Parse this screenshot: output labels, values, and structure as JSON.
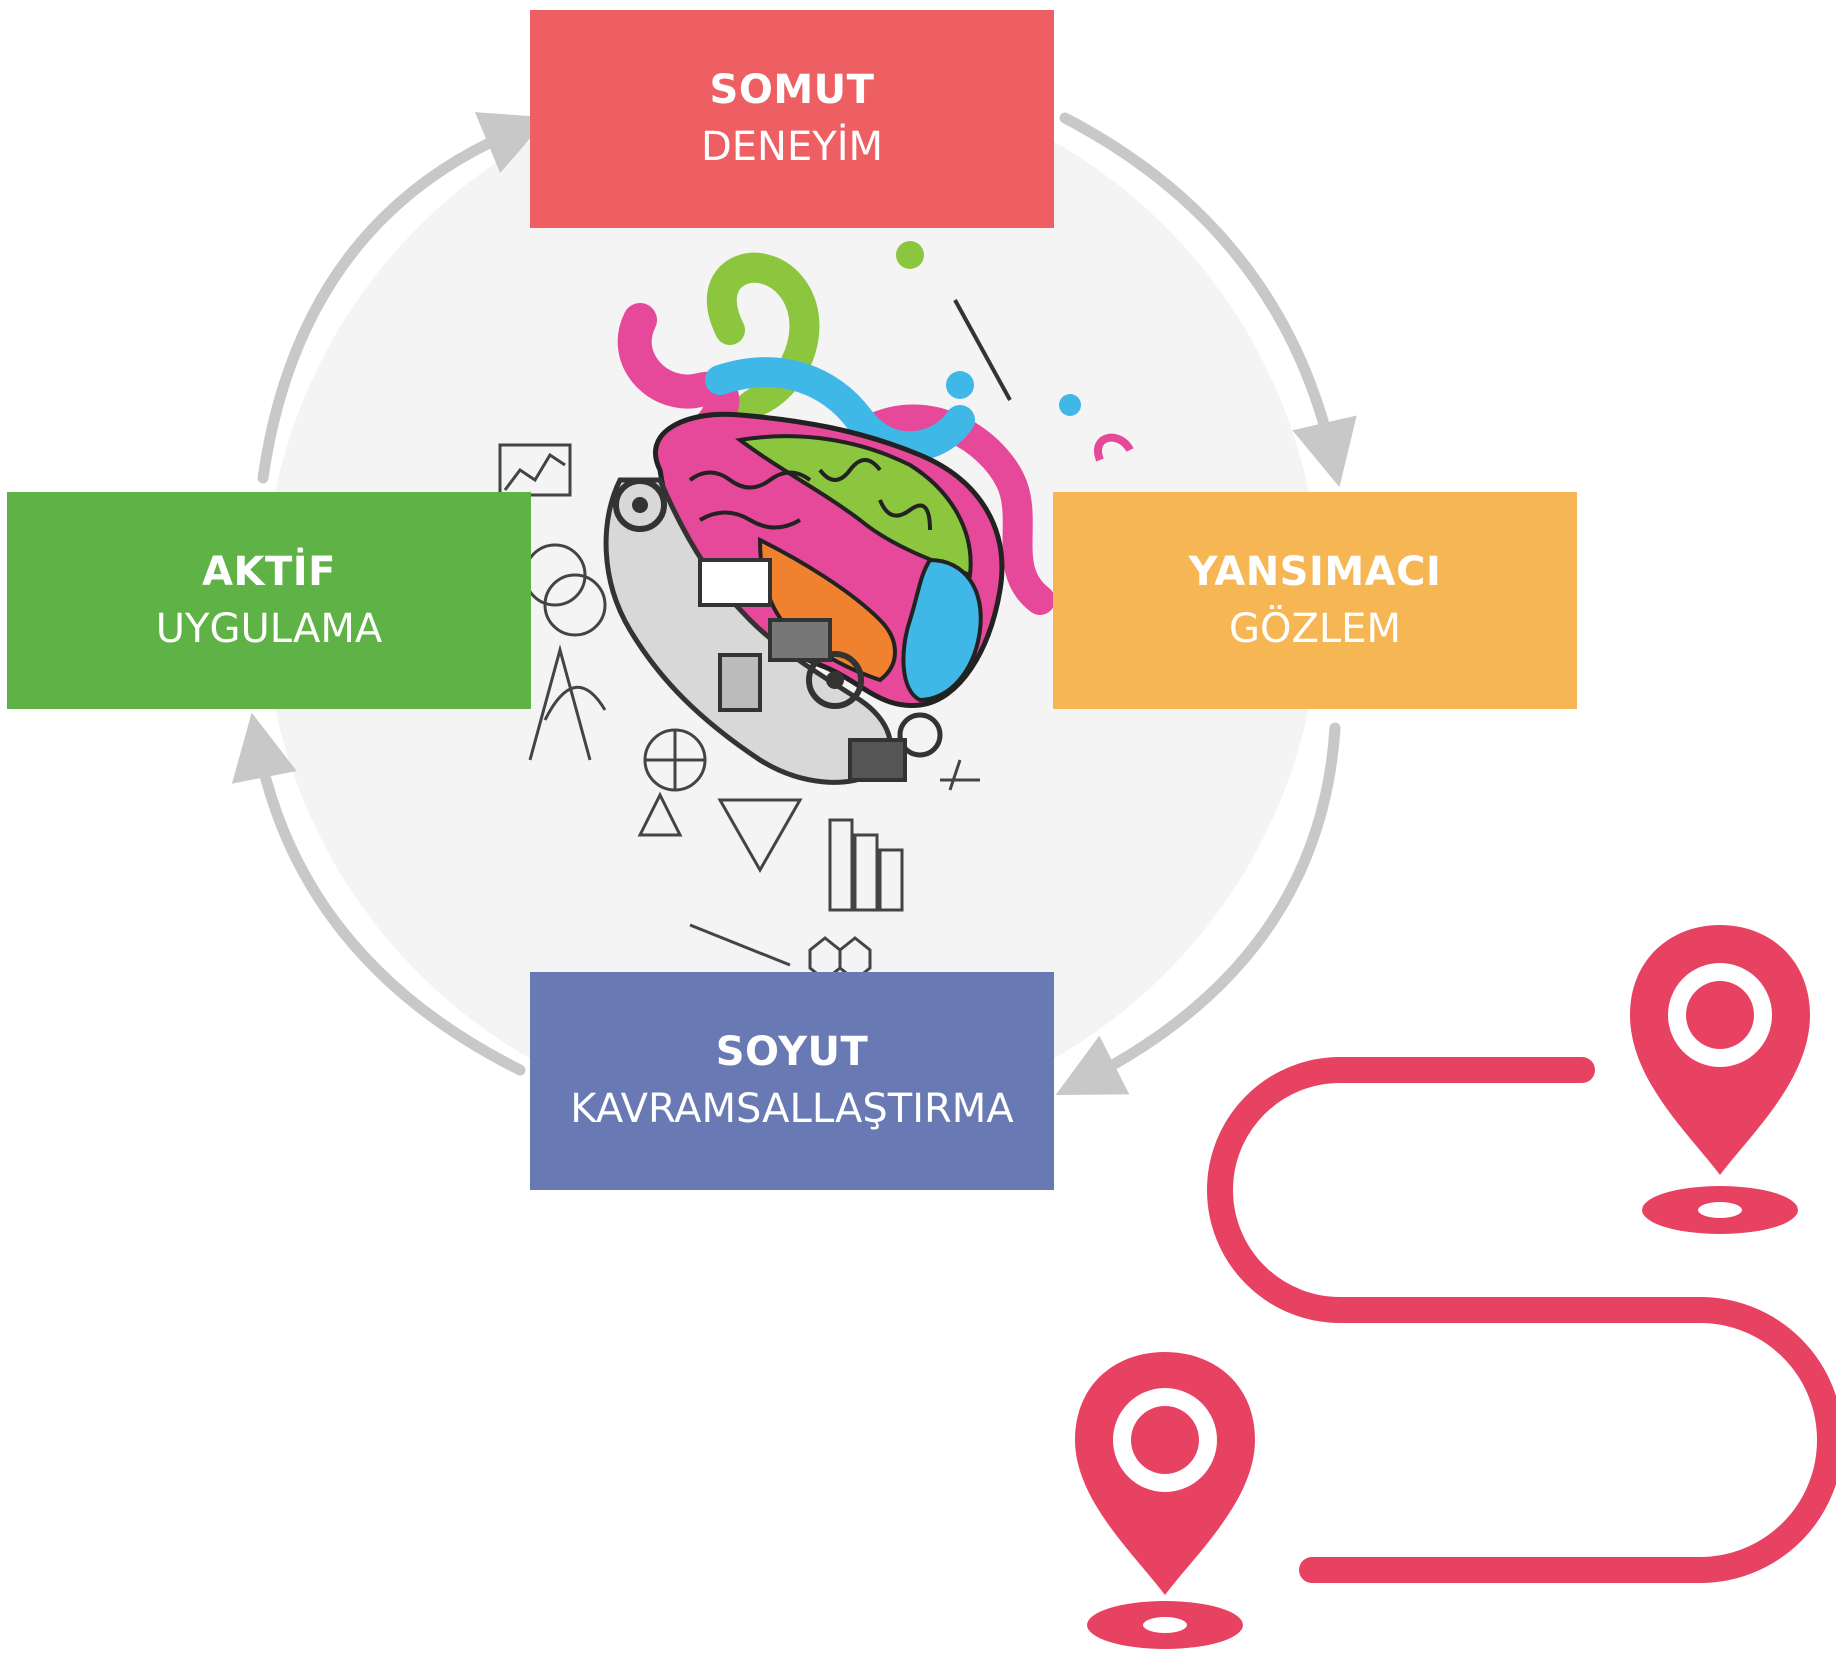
{
  "stages": {
    "top": {
      "title": "SOMUT",
      "subtitle": "DENEYİM"
    },
    "right": {
      "title": "YANSIMACI",
      "subtitle": "GÖZLEM"
    },
    "bottom": {
      "title": "SOYUT",
      "subtitle": "KAVRAMSALLAŞTIRMA"
    },
    "left": {
      "title": "AKTİF",
      "subtitle": "UYGULAMA"
    }
  },
  "colors": {
    "top": "#ed5f63",
    "right": "#f5b653",
    "bottom": "#6879b3",
    "left": "#5fb346",
    "arrows": "#c8c8c8",
    "circle_background": "#f4f4f4",
    "route_icon": "#e84262"
  },
  "icons": {
    "center_illustration": "brain-art-science-icon",
    "route": "map-route-pins-icon"
  }
}
